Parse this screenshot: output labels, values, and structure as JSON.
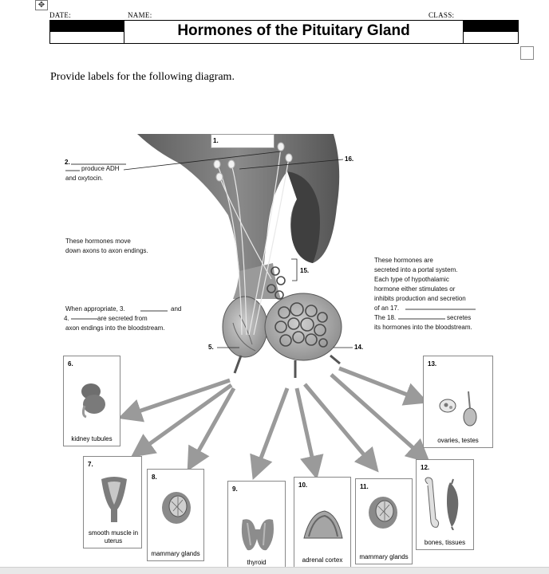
{
  "header": {
    "date_label": "DATE:",
    "name_label": "NAME:",
    "class_label": "CLASS:",
    "title": "Hormones of the Pituitary Gland"
  },
  "instructions": "Provide labels for the following diagram.",
  "diagram": {
    "label_1": "1.",
    "label_2_num": "2.",
    "label_2_text_a": "produce ADH",
    "label_2_text_b": "and oxytocin.",
    "text_move_a": "These hormones move",
    "text_move_b": "down axons to axon endings.",
    "when_a": "When appropriate, 3.",
    "when_and": "and",
    "when_b_num": "4.",
    "when_b": "are secreted from",
    "when_c": "axon endings into the bloodstream.",
    "label_5": "5.",
    "label_14": "14.",
    "label_15": "15.",
    "label_16": "16.",
    "portal_1": "These hormones are",
    "portal_2": "secreted into a portal system.",
    "portal_3": "Each type of hypothalamic",
    "portal_4": "hormone either stimulates or",
    "portal_5": "inhibits production and secretion",
    "portal_6": "of an  17.",
    "portal_7a": "The 18.",
    "portal_7b": "secretes",
    "portal_8": "its hormones into the bloodstream."
  },
  "targets": [
    {
      "num": "6.",
      "label": "kidney tubules"
    },
    {
      "num": "7.",
      "label": "smooth muscle in uterus"
    },
    {
      "num": "8.",
      "label": "mammary glands"
    },
    {
      "num": "9.",
      "label": "thyroid"
    },
    {
      "num": "10.",
      "label": "adrenal cortex"
    },
    {
      "num": "11.",
      "label": "mammary glands"
    },
    {
      "num": "12.",
      "label": "bones, tissues"
    },
    {
      "num": "13.",
      "label": "ovaries, testes"
    }
  ],
  "colors": {
    "tissue_dark": "#6e6e6e",
    "tissue_light": "#bdbdbd",
    "arrow": "#9a9a9a"
  }
}
